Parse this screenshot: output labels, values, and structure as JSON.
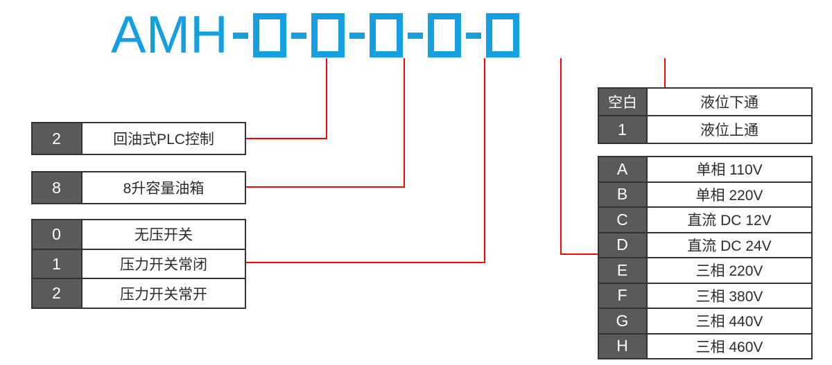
{
  "model_code": {
    "prefix": "AMH",
    "separator": "-",
    "segments": [
      {
        "name": "control-type",
        "box": ""
      },
      {
        "name": "tank-capacity",
        "box": ""
      },
      {
        "name": "pressure-switch",
        "box": ""
      },
      {
        "name": "voltage",
        "box": ""
      },
      {
        "name": "liquid-level",
        "box": ""
      }
    ]
  },
  "colors": {
    "title_blue": "#14a0e0",
    "connector_red": "#ff0000",
    "code_cell_gray": "#5a5a5a",
    "border_gray": "#333333",
    "text_dark": "#2b2b2b",
    "background": "#ffffff"
  },
  "tables": {
    "control": {
      "name": "control-type-table",
      "rows": [
        {
          "code": "2",
          "desc": "回油式PLC控制"
        }
      ]
    },
    "tank": {
      "name": "tank-capacity-table",
      "rows": [
        {
          "code": "8",
          "desc": "8升容量油箱"
        }
      ]
    },
    "switch": {
      "name": "pressure-switch-table",
      "rows": [
        {
          "code": "0",
          "desc": "无压开关"
        },
        {
          "code": "1",
          "desc": "压力开关常闭"
        },
        {
          "code": "2",
          "desc": "压力开关常开"
        }
      ]
    },
    "level": {
      "name": "liquid-level-table",
      "rows": [
        {
          "code": "空白",
          "desc": "液位下通"
        },
        {
          "code": "1",
          "desc": "液位上通"
        }
      ]
    },
    "voltage": {
      "name": "voltage-table",
      "rows": [
        {
          "code": "A",
          "desc": "单相 110V"
        },
        {
          "code": "B",
          "desc": "单相 220V"
        },
        {
          "code": "C",
          "desc": "直流 DC 12V"
        },
        {
          "code": "D",
          "desc": "直流 DC 24V"
        },
        {
          "code": "E",
          "desc": "三相 220V"
        },
        {
          "code": "F",
          "desc": "三相 380V"
        },
        {
          "code": "G",
          "desc": "三相 440V"
        },
        {
          "code": "H",
          "desc": "三相 460V"
        }
      ]
    }
  }
}
